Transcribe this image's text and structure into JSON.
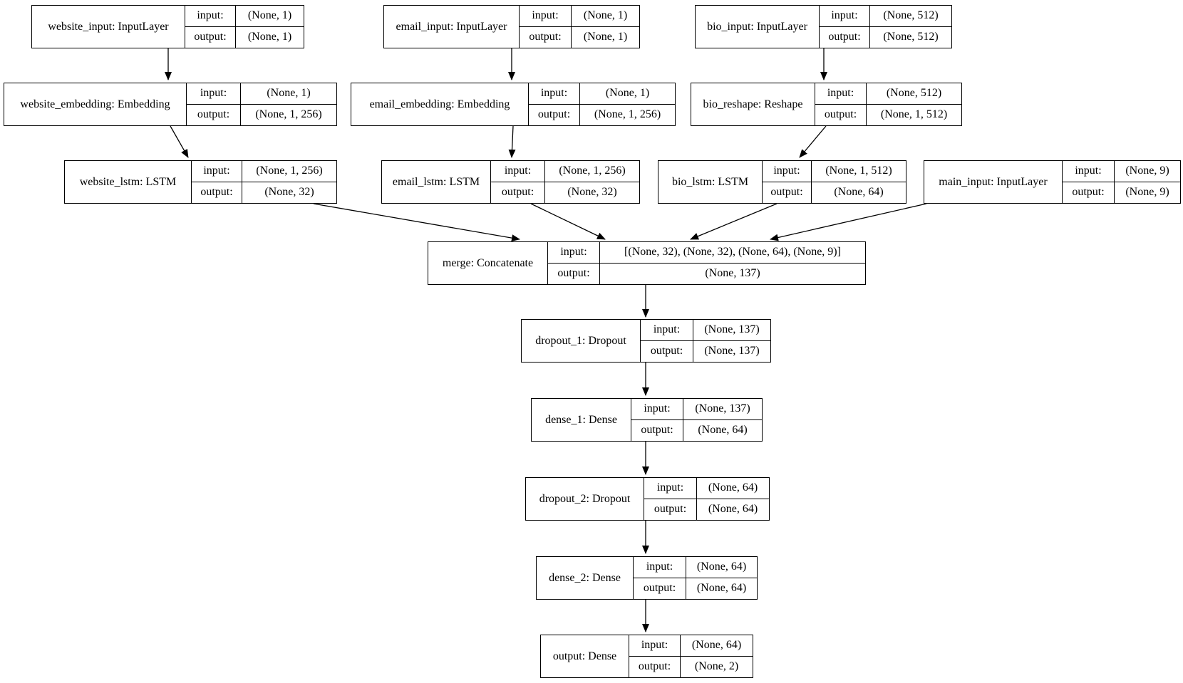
{
  "diagram": {
    "kind": "keras-model-architecture",
    "io_labels": {
      "input": "input:",
      "output": "output:"
    },
    "nodes": [
      {
        "id": "website_input",
        "name": "website_input: InputLayer",
        "input": "(None, 1)",
        "output": "(None, 1)"
      },
      {
        "id": "email_input",
        "name": "email_input: InputLayer",
        "input": "(None, 1)",
        "output": "(None, 1)"
      },
      {
        "id": "bio_input",
        "name": "bio_input: InputLayer",
        "input": "(None, 512)",
        "output": "(None, 512)"
      },
      {
        "id": "website_embedding",
        "name": "website_embedding: Embedding",
        "input": "(None, 1)",
        "output": "(None, 1, 256)"
      },
      {
        "id": "email_embedding",
        "name": "email_embedding: Embedding",
        "input": "(None, 1)",
        "output": "(None, 1, 256)"
      },
      {
        "id": "bio_reshape",
        "name": "bio_reshape: Reshape",
        "input": "(None, 512)",
        "output": "(None, 1, 512)"
      },
      {
        "id": "website_lstm",
        "name": "website_lstm: LSTM",
        "input": "(None, 1, 256)",
        "output": "(None, 32)"
      },
      {
        "id": "email_lstm",
        "name": "email_lstm: LSTM",
        "input": "(None, 1, 256)",
        "output": "(None, 32)"
      },
      {
        "id": "bio_lstm",
        "name": "bio_lstm: LSTM",
        "input": "(None, 1, 512)",
        "output": "(None, 64)"
      },
      {
        "id": "main_input",
        "name": "main_input: InputLayer",
        "input": "(None, 9)",
        "output": "(None, 9)"
      },
      {
        "id": "merge",
        "name": "merge: Concatenate",
        "input": "[(None, 32), (None, 32), (None, 64), (None, 9)]",
        "output": "(None, 137)"
      },
      {
        "id": "dropout_1",
        "name": "dropout_1: Dropout",
        "input": "(None, 137)",
        "output": "(None, 137)"
      },
      {
        "id": "dense_1",
        "name": "dense_1: Dense",
        "input": "(None, 137)",
        "output": "(None, 64)"
      },
      {
        "id": "dropout_2",
        "name": "dropout_2: Dropout",
        "input": "(None, 64)",
        "output": "(None, 64)"
      },
      {
        "id": "dense_2",
        "name": "dense_2: Dense",
        "input": "(None, 64)",
        "output": "(None, 64)"
      },
      {
        "id": "output",
        "name": "output: Dense",
        "input": "(None, 64)",
        "output": "(None, 2)"
      }
    ],
    "edges": [
      {
        "from": "website_input",
        "to": "website_embedding"
      },
      {
        "from": "email_input",
        "to": "email_embedding"
      },
      {
        "from": "bio_input",
        "to": "bio_reshape"
      },
      {
        "from": "website_embedding",
        "to": "website_lstm"
      },
      {
        "from": "email_embedding",
        "to": "email_lstm"
      },
      {
        "from": "bio_reshape",
        "to": "bio_lstm"
      },
      {
        "from": "website_lstm",
        "to": "merge"
      },
      {
        "from": "email_lstm",
        "to": "merge"
      },
      {
        "from": "bio_lstm",
        "to": "merge"
      },
      {
        "from": "main_input",
        "to": "merge"
      },
      {
        "from": "merge",
        "to": "dropout_1"
      },
      {
        "from": "dropout_1",
        "to": "dense_1"
      },
      {
        "from": "dense_1",
        "to": "dropout_2"
      },
      {
        "from": "dropout_2",
        "to": "dense_2"
      },
      {
        "from": "dense_2",
        "to": "output"
      }
    ],
    "colors": {
      "stroke": "#000000",
      "fill": "#ffffff",
      "text": "#000000"
    }
  }
}
